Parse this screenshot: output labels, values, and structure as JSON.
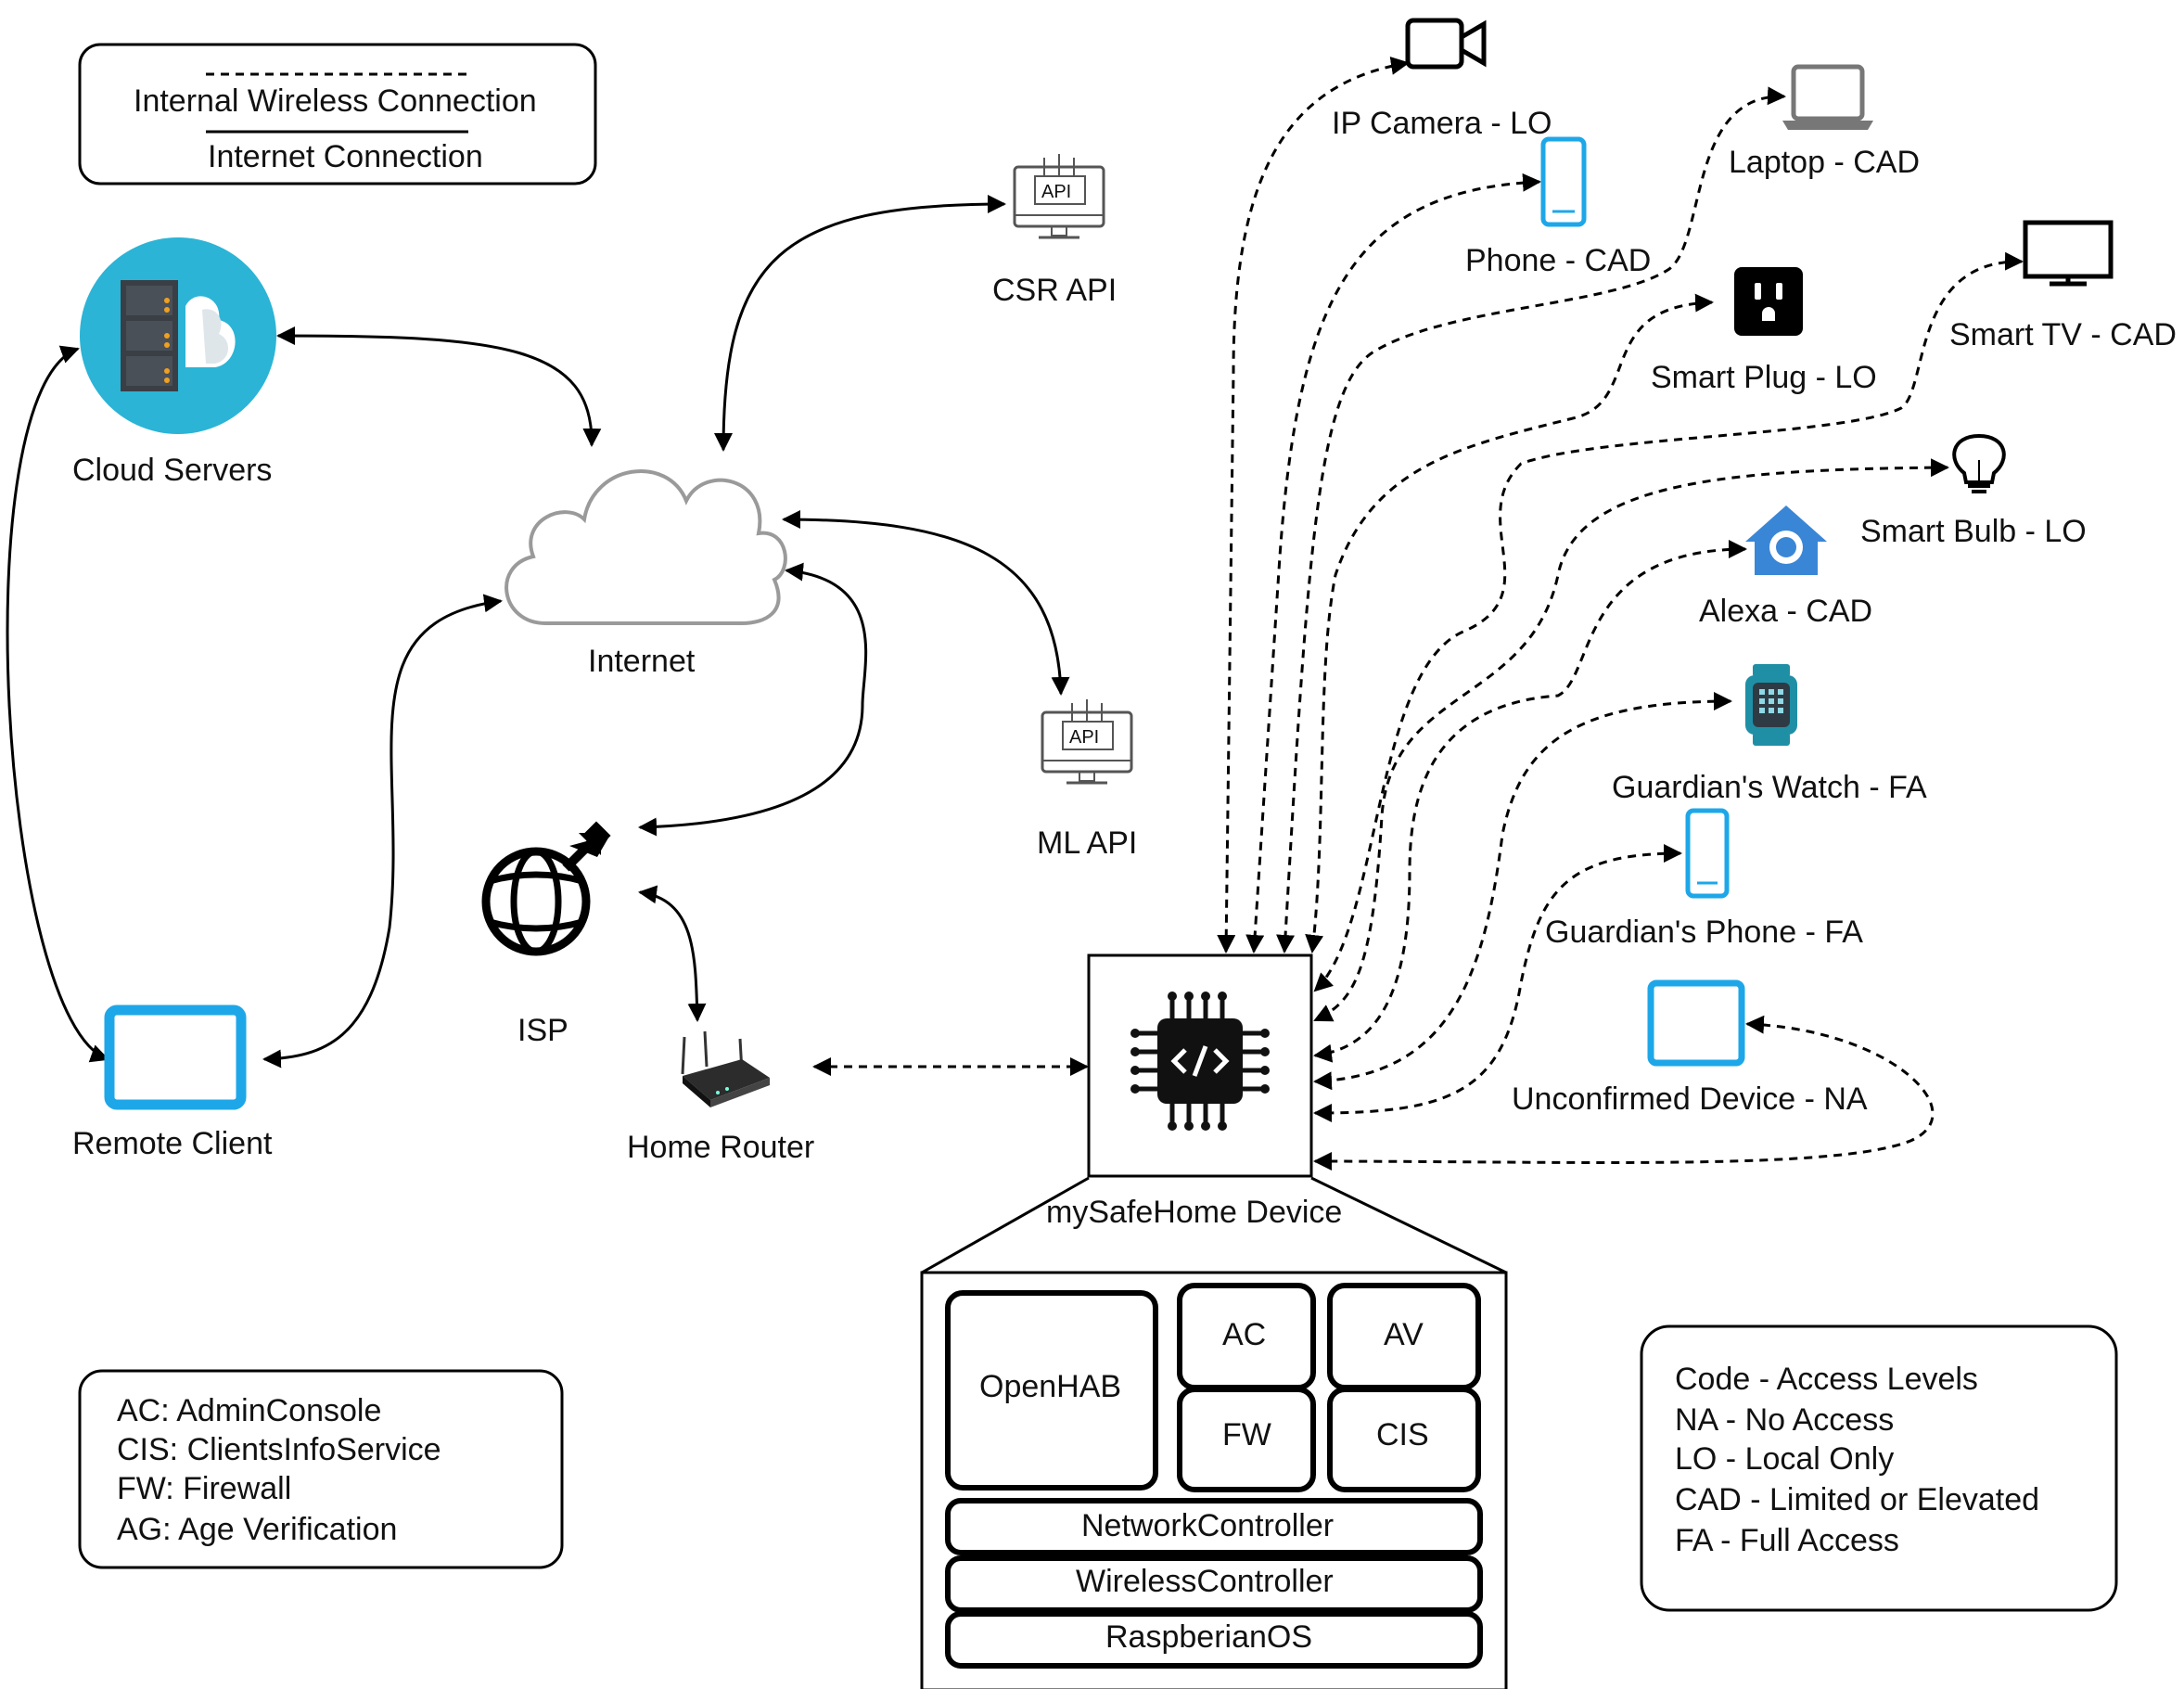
{
  "legend": {
    "wireless": "Internal Wireless Connection",
    "internet": "Internet Connection"
  },
  "nodes": {
    "cloud_servers": "Cloud Servers",
    "internet": "Internet",
    "csr_api": "CSR API",
    "ml_api": "ML API",
    "isp": "ISP",
    "remote_client": "Remote Client",
    "home_router": "Home Router",
    "device": "mySafeHome Device"
  },
  "devices": [
    {
      "label": "IP Camera - LO"
    },
    {
      "label": "Laptop - CAD"
    },
    {
      "label": "Phone - CAD"
    },
    {
      "label": "Smart TV - CAD"
    },
    {
      "label": "Smart Plug - LO"
    },
    {
      "label": "Smart Bulb - LO"
    },
    {
      "label": "Alexa - CAD"
    },
    {
      "label": "Guardian's Watch - FA"
    },
    {
      "label": "Guardian's Phone - FA"
    },
    {
      "label": "Unconfirmed Device - NA"
    }
  ],
  "stack": {
    "openhab": "OpenHAB",
    "ac": "AC",
    "av": "AV",
    "fw": "FW",
    "cis": "CIS",
    "network": "NetworkController",
    "wireless": "WirelessController",
    "os": "RaspberianOS"
  },
  "abbreviations": [
    "AC: AdminConsole",
    "CIS: ClientsInfoService",
    "FW: Firewall",
    "AG: Age Verification"
  ],
  "access_levels": [
    "Code - Access Levels",
    "NA - No Access",
    "LO - Local Only",
    "CAD - Limited or Elevated",
    "FA - Full Access"
  ],
  "colors": {
    "accent_blue": "#1ea7e8",
    "cloud_teal": "#2bb4d6",
    "server_dark": "#3a3f46",
    "cloud_outline": "#9a9a9a",
    "alexa_blue": "#3a86d6",
    "watch_teal": "#1f8fa6"
  }
}
